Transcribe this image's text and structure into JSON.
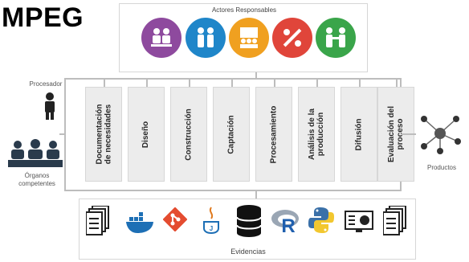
{
  "title": "MPEG",
  "actors": {
    "label": "Actores Responsables",
    "icons": [
      {
        "name": "team-meeting-icon",
        "color": "#8e4a9e"
      },
      {
        "name": "people-talking-icon",
        "color": "#1f86c9"
      },
      {
        "name": "presentation-icon",
        "color": "#f0a020"
      },
      {
        "name": "percent-icon",
        "color": "#e0453a"
      },
      {
        "name": "collaboration-icon",
        "color": "#3aa54a"
      }
    ]
  },
  "left": {
    "top_label": "Procesador",
    "bottom_label": "Órganos\ncompetentes"
  },
  "right": {
    "label": "Productos"
  },
  "phases": [
    "Documentación\nde necesidades",
    "Diseño",
    "Construcción",
    "Captación",
    "Procesamiento",
    "Análisis de la\nproducción",
    "Difusión",
    "Evaluación del\nproceso"
  ],
  "evidences": {
    "label": "Evidencias",
    "icons": [
      "documents-icon",
      "docker-icon",
      "git-icon",
      "java-icon",
      "database-icon",
      "r-language-icon",
      "python-icon",
      "dashboard-icon",
      "documents-icon"
    ]
  }
}
